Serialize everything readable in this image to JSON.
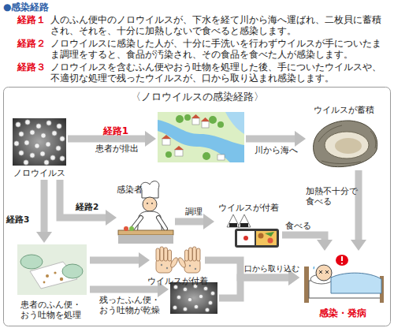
{
  "diagram": {
    "title": "●感染経路",
    "nodes": [
      {
        "text": [
          "ノロウイルス"
        ]
      },
      {
        "text": []
      },
      {
        "text": [
          "ウイルスが蓄積"
        ]
      },
      {
        "text": [
          "感染者"
        ]
      },
      {
        "text": [
          "ウイルスが付着"
        ]
      },
      {
        "text": [
          "患者のふん便・おう吐物を処理"
        ]
      },
      {
        "text": [
          "ウイルスが付着"
        ]
      },
      {
        "text": [
          "残ったふん便・おう吐物が乾燥"
        ]
      },
      {
        "text": [
          "感染・発病"
        ]
      }
    ],
    "edges": [
      {
        "from": 0,
        "to": 1,
        "arrow": "to",
        "label": "患者が排出"
      },
      {
        "from": 1,
        "to": 2,
        "arrow": "to",
        "label": "川から海へ"
      },
      {
        "from": 2,
        "to": 8,
        "arrow": "to",
        "label": "加熱不十分で食べる"
      },
      {
        "from": 0,
        "to": 3,
        "arrow": "to",
        "label": "経路2"
      },
      {
        "from": 0,
        "to": 5,
        "arrow": "to",
        "label": "経路3"
      },
      {
        "from": 3,
        "to": 4,
        "arrow": "to",
        "label": "調理"
      },
      {
        "from": 4,
        "to": 8,
        "arrow": "to",
        "label": "食べる"
      },
      {
        "from": 5,
        "to": 6,
        "arrow": "to"
      },
      {
        "from": 6,
        "to": 8,
        "arrow": "to",
        "label": "口から取り込む"
      },
      {
        "from": 5,
        "to": 7,
        "arrow": "to"
      },
      {
        "from": 7,
        "to": 8,
        "arrow": "to"
      }
    ],
    "labels": [
      "経路１",
      "人のふん便中のノロウイルスが、下水を経て川から海へ運ばれ、二枚貝に蓄積され、それを、十分に加熱しないで食べると感染します。",
      "経路２",
      "ノロウイルスに感染した人が、十分に手洗いを行わずウイルスが手についたまま調理をすると、食品が汚染され、その食品を食べた人が感染します。",
      "経路３",
      "ノロウイルスを含むふん便やおう吐物を処理した後、手についたウイルスや、不適切な処理で残ったウイルスが、口から取り込まれ感染します。",
      "〈ノロウイルスの感染経路〉",
      "経路1"
    ]
  }
}
